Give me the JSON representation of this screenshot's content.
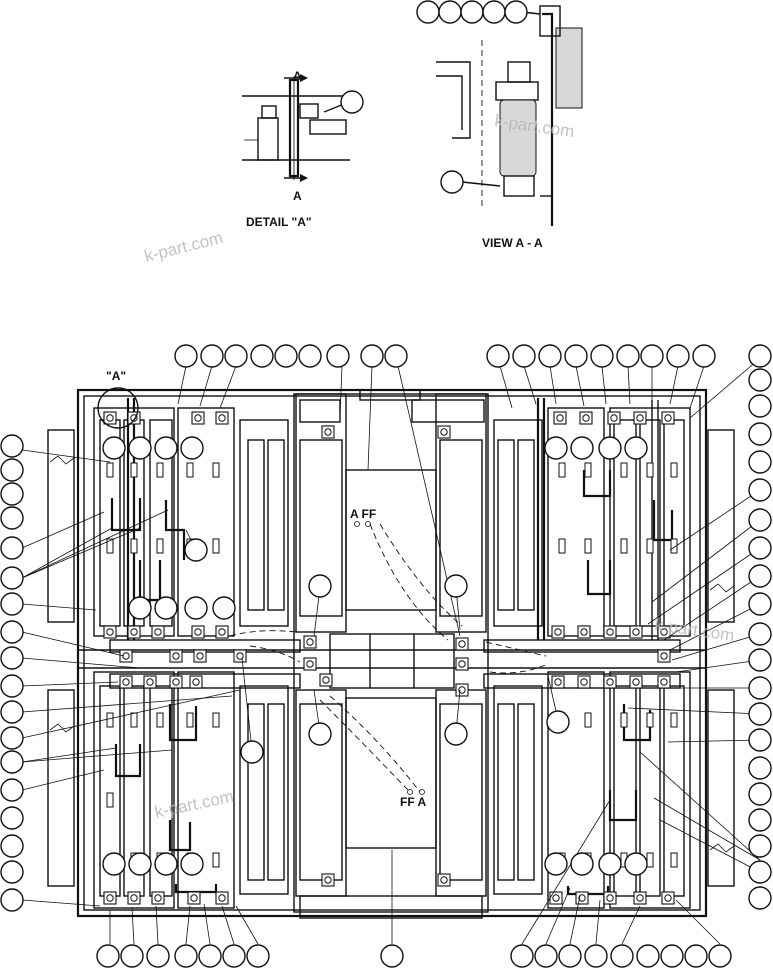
{
  "labels": {
    "detail_a_title": "DETAIL \"A\"",
    "view_aa_title": "VIEW A - A",
    "section_mark": "A",
    "detail_callout": "\"A\"",
    "terminal_upper": "A FF",
    "terminal_lower": "FF A",
    "watermark": "k-part.com"
  },
  "colors": {
    "line": "#111111",
    "watermark": "#b8b8b8",
    "background": "#ffffff"
  }
}
